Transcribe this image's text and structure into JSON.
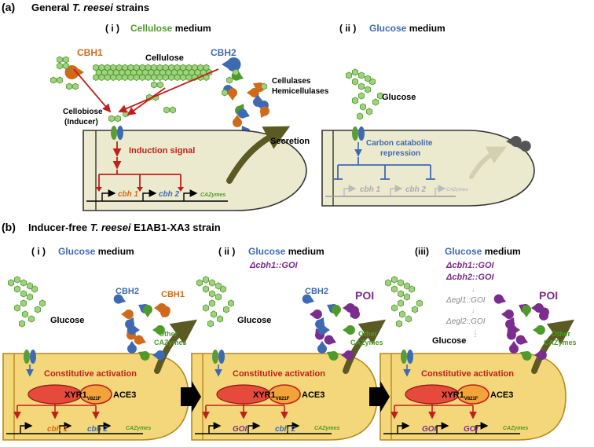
{
  "colors": {
    "green": "#4e9a2a",
    "green_light": "#9fd17f",
    "orange": "#d06a1a",
    "blue": "#3d6ab3",
    "purple": "#7b2c8f",
    "red": "#c0201c",
    "cell_fill": "#f4d77a",
    "cell_stroke": "#b58a1d",
    "grey_cell": "#e7e2c7",
    "grey_text": "#aaaaaa",
    "olive": "#5b5a22"
  },
  "icons": [
    "cellulose-hexagon",
    "cellobiose",
    "enzyme-pacman",
    "transporter",
    "promoter-arrow",
    "secretion-arrow",
    "next-arrow"
  ],
  "panel_a": {
    "label": "(a)",
    "title_pre": "General ",
    "title_italic": "T. reesei",
    "title_post": " strains",
    "i": {
      "roman": "( i )",
      "medium_word": "Cellulose",
      "medium": " medium",
      "cbh1": "CBH1",
      "cbh2": "CBH2",
      "cellulose": "Cellulose",
      "cellulases": "Cellulases",
      "hemicellulases": "Hemicellulases",
      "cellobiose": "Cellobiose",
      "inducer": "(Inducer)",
      "secretion": "Secretion",
      "induction": "Induction signal",
      "gene1": "cbh 1",
      "gene2": "cbh 2",
      "gene3": "CAZymes"
    },
    "ii": {
      "roman": "( ii )",
      "medium_word": "Glucose",
      "medium": " medium",
      "glucose": "Glucose",
      "repression_1": "Carbon catabolite",
      "repression_2": "repression",
      "gene1": "cbh 1",
      "gene2": "cbh 2",
      "gene3": "CAZymes"
    }
  },
  "panel_b": {
    "label": "(b)",
    "title_pre": "Inducer-free ",
    "title_italic": "T. reesei",
    "title_post": " E1AB1-XA3 strain",
    "i": {
      "roman": "( i )",
      "medium_word": "Glucose",
      "medium": " medium",
      "cbh2": "CBH2",
      "cbh1": "CBH1",
      "other1": "Other",
      "other2": "CAZymes",
      "glucose": "Glucose",
      "constitutive": "Constitutive activation",
      "xyr": "XYR1",
      "xyr_sub": "V821F",
      "ace": "ACE3",
      "gene1": "cbh 1",
      "gene2": "cbh 2",
      "gene3": "CAZymes"
    },
    "ii": {
      "roman": "( ii )",
      "medium_word": "Glucose",
      "medium": " medium",
      "deletion": "Δcbh1::GOI",
      "cbh2": "CBH2",
      "poi": "POI",
      "other1": "Other",
      "other2": "CAZymes",
      "glucose": "Glucose",
      "constitutive": "Constitutive activation",
      "xyr": "XYR1",
      "xyr_sub": "V821F",
      "ace": "ACE3",
      "gene1": "GOI",
      "gene2": "cbh 2",
      "gene3": "CAZymes"
    },
    "iii": {
      "roman": "(iii)",
      "medium_word": "Glucose",
      "medium": " medium",
      "deletion1": "Δcbh1::GOI",
      "deletion2": "Δcbh2::GOI",
      "deletion3": "Δegl1::GOI",
      "deletion4": "Δegl2::GOI",
      "poi": "POI",
      "other1": "Other",
      "other2": "CAZymes",
      "glucose": "Glucose",
      "constitutive": "Constitutive activation",
      "xyr": "XYR1",
      "xyr_sub": "V821F",
      "ace": "ACE3",
      "gene1": "GOI",
      "gene2": "GOI",
      "gene3": "CAZymes"
    }
  }
}
